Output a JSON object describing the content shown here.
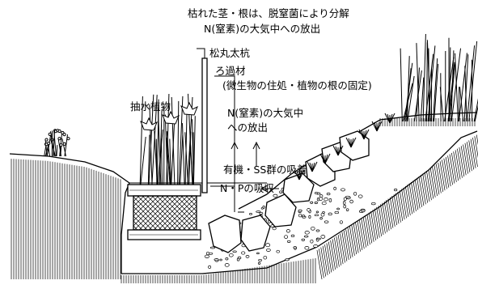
{
  "labels": {
    "decomposition_line1": "枯れた茎・根は、脱窒菌により分解",
    "decomposition_line2": "N(窒素)の大気中への放出",
    "pine_stake": "松丸太杭",
    "filter_line1": "ろ過材",
    "filter_line2": "(微生物の住処・植物の根の固定)",
    "emergent_plants": "抽水植物",
    "nitrogen_line1": "N(窒素)の大気中",
    "nitrogen_line2": "への放出",
    "adsorption": "有機・SS群の吸着",
    "np_absorption": "N・Pの吸収"
  },
  "colors": {
    "ink": "#000000",
    "background": "#ffffff",
    "water": "#ffffff"
  }
}
